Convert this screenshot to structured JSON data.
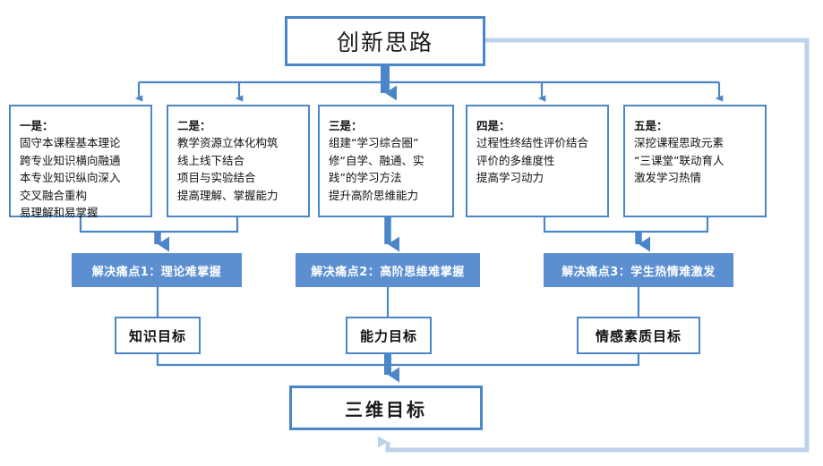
{
  "diagram": {
    "title": "创新思路",
    "colors": {
      "border_blue": "#4a86c8",
      "bar_fill": "#5b8fd0",
      "connector_blue": "#4a86c8",
      "feedback_loop": "#bcd2ea",
      "text_dark": "#1a1a1a",
      "text_on_bar": "#ffffff",
      "background": "#ffffff"
    },
    "pillars": [
      {
        "heading": "一是：",
        "lines": [
          "固守本课程基本理论",
          "跨专业知识横向融通",
          "本专业知识纵向深入",
          "交叉融合重构",
          "易理解和易掌握"
        ]
      },
      {
        "heading": "二是：",
        "lines": [
          "教学资源立体化构筑",
          "线上线下结合",
          "项目与实验结合",
          "提高理解、掌握能力"
        ]
      },
      {
        "heading": "三是：",
        "lines": [
          "组建“学习综合圈”",
          "修“自学、融通、实",
          "践”的学习方法",
          "提升高阶思维能力"
        ]
      },
      {
        "heading": "四是：",
        "lines": [
          "过程性终结性评价结合",
          "评价的多维度性",
          "提高学习动力"
        ]
      },
      {
        "heading": "五是：",
        "lines": [
          "深挖课程思政元素",
          "“三课堂”联动育人",
          "激发学习热情"
        ]
      }
    ],
    "pain_points": [
      {
        "label": "解决痛点1：理论难掌握"
      },
      {
        "label": "解决痛点2：高阶思维难掌握"
      },
      {
        "label": "解决痛点3：学生热情难激发"
      }
    ],
    "goals": [
      {
        "label": "知识目标"
      },
      {
        "label": "能力目标"
      },
      {
        "label": "情感素质目标"
      }
    ],
    "final": {
      "label": "三维目标"
    }
  }
}
